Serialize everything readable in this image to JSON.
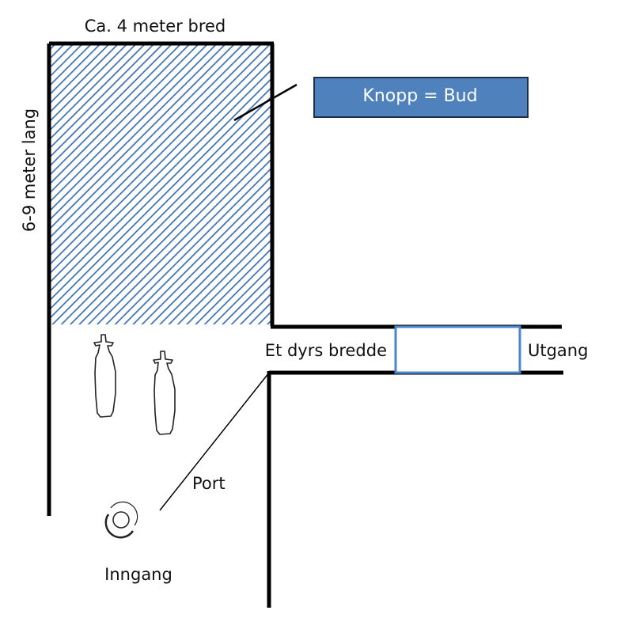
{
  "labels": {
    "width": "Ca. 4 meter bred",
    "length": "6-9 meter lang",
    "animal_width": "Et dyrs bredde",
    "exit": "Utgang",
    "gate": "Port",
    "entrance": "Inngang"
  },
  "legend": {
    "button_label": "Knopp = Bud"
  },
  "colors": {
    "hatch": "#3a6fb5",
    "button_fill": "#4f81bd",
    "button_border": "#1f2f4a",
    "exit_box": "#4a86d0",
    "wall": "#000000"
  },
  "icons": {
    "animals": [
      "cow-figure-icon",
      "cow-figure-icon"
    ],
    "entrance": "entrance-circle-icon"
  }
}
